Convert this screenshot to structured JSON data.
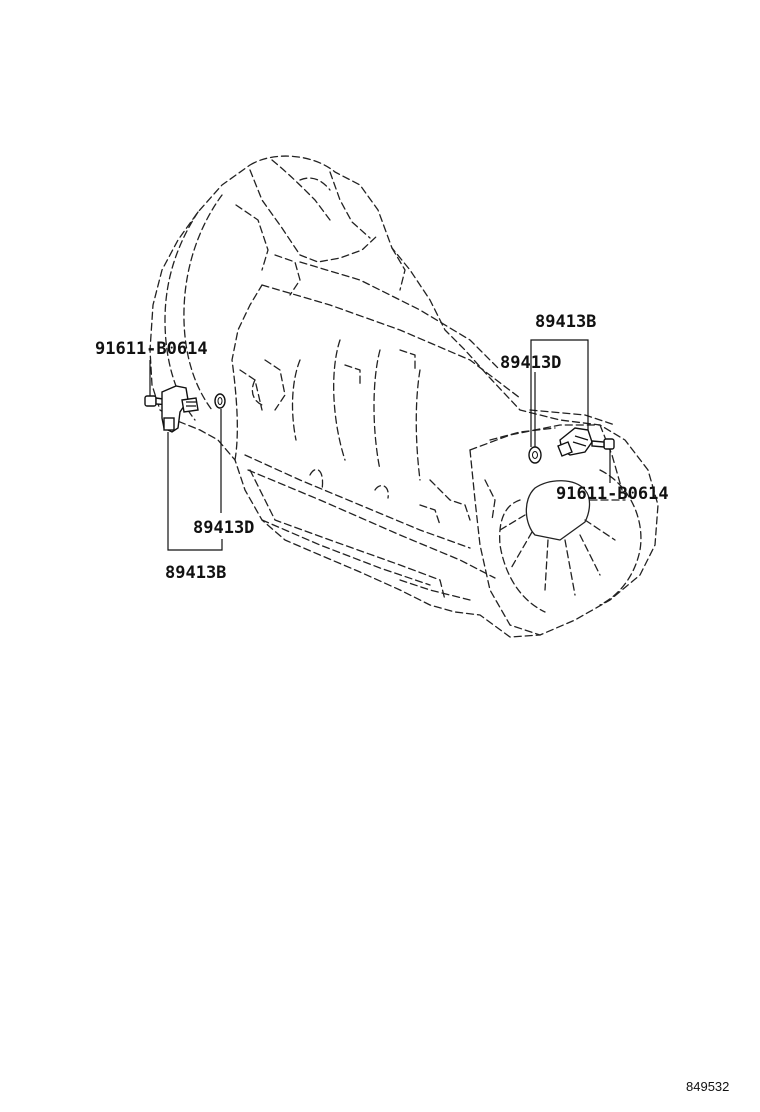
{
  "callouts": {
    "left_bolt": "91611-B0614",
    "left_oring": "89413D",
    "left_sensor": "89413B",
    "right_sensor": "89413B",
    "right_oring": "89413D",
    "right_bolt": "91611-B0614"
  },
  "figure_number": "849532",
  "icons": {
    "transmission": "transmission-housing-drawing",
    "sensor": "speed-sensor-icon",
    "oring": "o-ring-icon",
    "bolt": "bolt-icon"
  }
}
